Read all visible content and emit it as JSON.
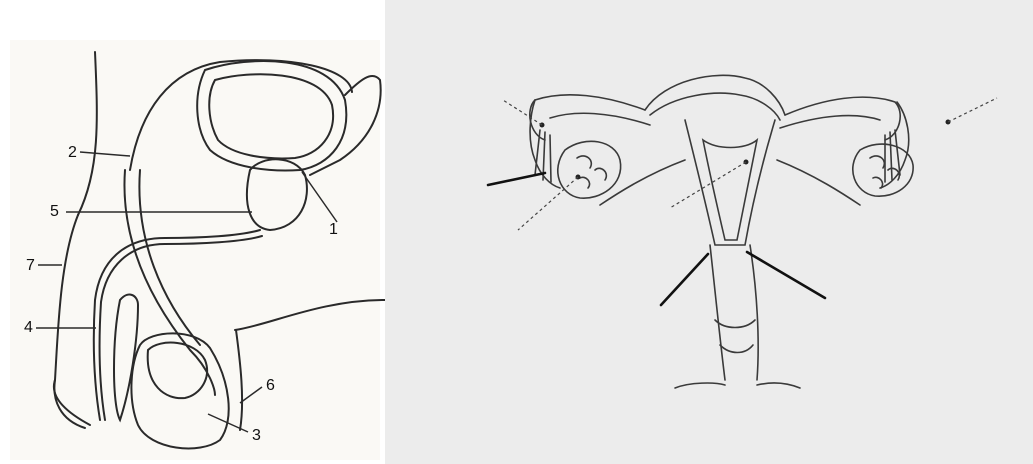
{
  "male_diagram": {
    "labels": [
      {
        "id": "1",
        "text": "1"
      },
      {
        "id": "2",
        "text": "2"
      },
      {
        "id": "3",
        "text": "3"
      },
      {
        "id": "4",
        "text": "4"
      },
      {
        "id": "5",
        "text": "5"
      },
      {
        "id": "6",
        "text": "6"
      },
      {
        "id": "7",
        "text": "7"
      }
    ]
  },
  "colors": {
    "left_background": "#ffffff",
    "paper_tint": "#f7f5ee",
    "right_background": "#ececec",
    "line": "#2a2a2a"
  }
}
